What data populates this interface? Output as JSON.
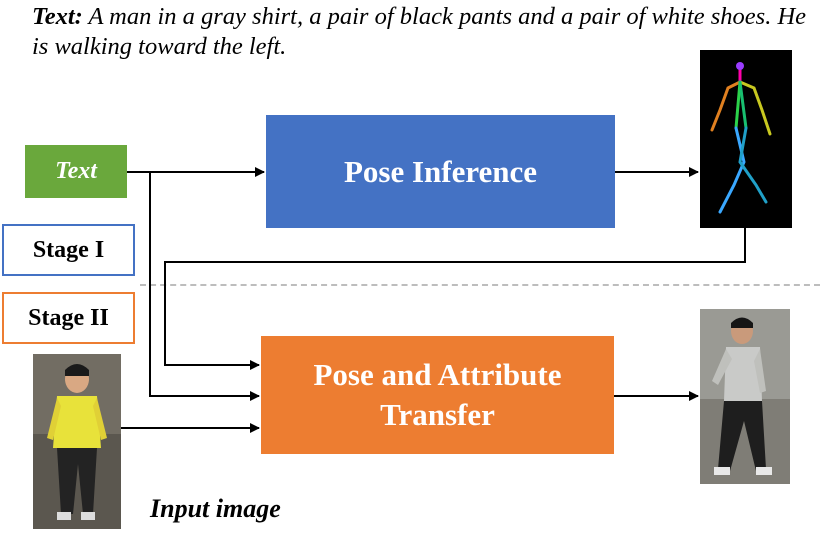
{
  "caption": {
    "label": "Text:",
    "body": " A man in a gray shirt, a pair of black pants and a pair of white shoes. He is walking toward the left."
  },
  "boxes": {
    "text": "Text",
    "pose_inference": "Pose Inference",
    "pose_attribute_transfer": "Pose and Attribute Transfer"
  },
  "stages": {
    "stage1": "Stage I",
    "stage2": "Stage II"
  },
  "input_label": "Input image",
  "colors": {
    "text_box": "#6aa83c",
    "pose_box": "#4472c4",
    "attr_box": "#ed7d31",
    "stage1_border": "#4472c4",
    "stage2_border": "#ed7d31",
    "divider": "#bdbdbd"
  }
}
